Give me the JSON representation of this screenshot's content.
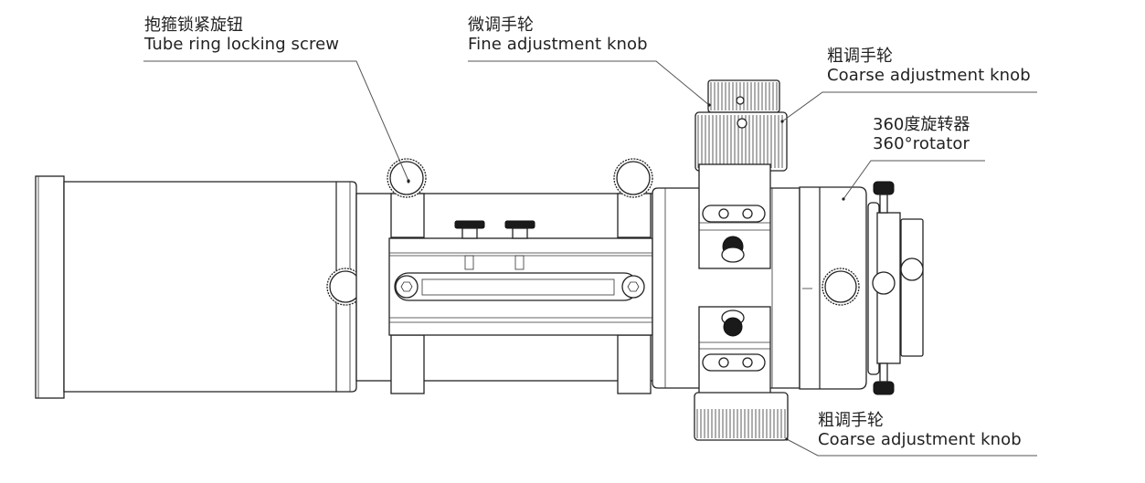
{
  "diagram": {
    "subject": "Telescope focuser assembly with tube rings",
    "callouts": [
      {
        "id": "tube-ring-locking-screw",
        "zh": "抱箍锁紧旋钮",
        "en": "Tube ring locking screw"
      },
      {
        "id": "fine-adjustment-knob",
        "zh": "微调手轮",
        "en": "Fine adjustment knob"
      },
      {
        "id": "coarse-adjustment-knob-top",
        "zh": "粗调手轮",
        "en": "Coarse adjustment knob"
      },
      {
        "id": "rotator-360",
        "zh": "360度旋转器",
        "en": "360°rotator"
      },
      {
        "id": "coarse-adjustment-knob-bottom",
        "zh": "粗调手轮",
        "en": "Coarse adjustment knob"
      }
    ]
  }
}
